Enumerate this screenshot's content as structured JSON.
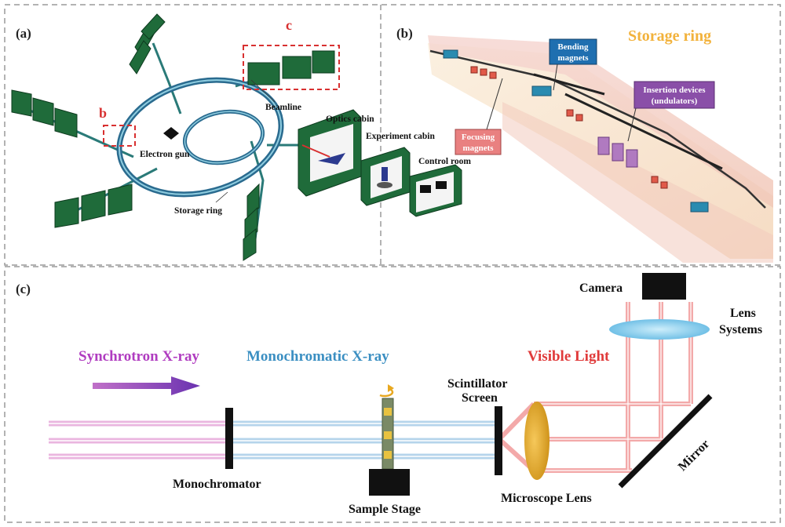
{
  "panels": {
    "a": {
      "tag": "(a)",
      "region_b": "b",
      "region_c": "c",
      "labels": {
        "electron_gun": "Electron gun",
        "beamline": "Beamline",
        "storage_ring": "Storage ring",
        "optics_cabin": "Optics cabin",
        "experiment_cabin": "Experiment cabin",
        "control_room": "Control room"
      }
    },
    "b": {
      "tag": "(b)",
      "title": "Storage ring",
      "bending_line1": "Bending",
      "bending_line2": "magnets",
      "insertion_line1": "Insertion devices",
      "insertion_line2": "(undulators)",
      "focusing_line1": "Focusing",
      "focusing_line2": "magnets"
    },
    "c": {
      "tag": "(c)",
      "synchrotron": "Synchrotron X-ray",
      "monochromatic": "Monochromatic X-ray",
      "visible": "Visible Light",
      "scintillator_line1": "Scintillator",
      "scintillator_line2": "Screen",
      "camera": "Camera",
      "lens_line1": "Lens",
      "lens_line2": "Systems",
      "monochromator": "Monochromator",
      "sample_stage": "Sample Stage",
      "microscope_lens": "Microscope Lens",
      "mirror": "Mirror"
    }
  },
  "colors": {
    "magenta": "#b03cc0",
    "cyan_text": "#3b8fc2",
    "red_text": "#e03a3a",
    "orange_title": "#f2b23c",
    "green_block": "#1f6b3a",
    "dashed_red": "#d83030",
    "blue_tag": "#1f6fb0",
    "purple_tag": "#8a4fa8",
    "pink_tag": "#e98080"
  }
}
